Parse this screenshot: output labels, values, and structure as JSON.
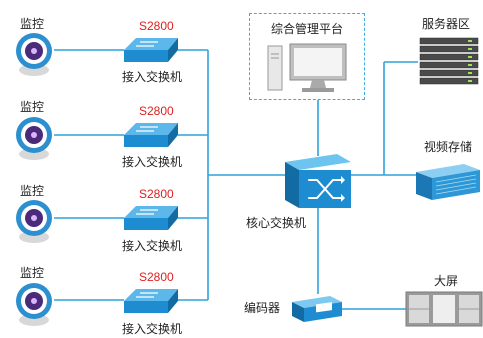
{
  "colors": {
    "line": "#2ea3dc",
    "switch_blue": "#1d8cd0",
    "model_red": "#e02020",
    "camera_ring": "#2b8fd0",
    "camera_lens": "#4b2a7a",
    "dash_box": "#3aaee0"
  },
  "cameras": [
    {
      "label": "监控",
      "icon": "camera-icon"
    },
    {
      "label": "监控",
      "icon": "camera-icon"
    },
    {
      "label": "监控",
      "icon": "camera-icon"
    },
    {
      "label": "监控",
      "icon": "camera-icon"
    }
  ],
  "access_switches": [
    {
      "model": "S2800",
      "label": "接入交换机",
      "icon": "switch-icon"
    },
    {
      "model": "S2800",
      "label": "接入交换机",
      "icon": "switch-icon"
    },
    {
      "model": "S2800",
      "label": "接入交换机",
      "icon": "switch-icon"
    },
    {
      "model": "S2800",
      "label": "接入交换机",
      "icon": "switch-icon"
    }
  ],
  "management": {
    "label": "综合管理平台",
    "icon": "computer-icon"
  },
  "servers": {
    "label": "服务器区",
    "icon": "server-rack-icon"
  },
  "storage": {
    "label": "视频存储",
    "icon": "storage-array-icon"
  },
  "core_switch": {
    "label": "核心交换机",
    "icon": "core-switch-icon"
  },
  "encoder": {
    "label": "编码器",
    "icon": "encoder-icon"
  },
  "big_screen": {
    "label": "大屏",
    "icon": "display-wall-icon"
  }
}
